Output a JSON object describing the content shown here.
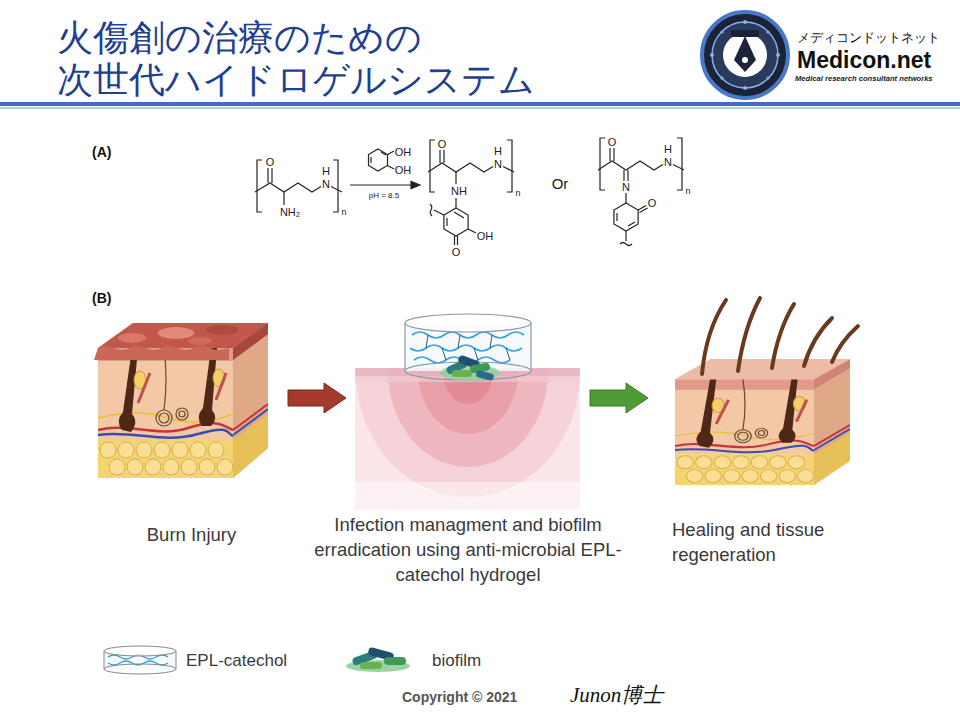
{
  "diagram": {
    "title": "火傷創の治療のための 次世代ハイドロゲルシステム",
    "nodes": [
      {
        "text": [
          "Burn Injury"
        ]
      },
      {
        "text": [
          "Infection managment and biofilm erradication using anti-microbial EPL-catechol hydrogel"
        ]
      },
      {
        "text": [
          "Healing and tissue regeneration"
        ]
      }
    ],
    "edges": [
      {
        "from": 0,
        "to": 1,
        "arrow": "to"
      },
      {
        "from": 1,
        "to": 2,
        "arrow": "to"
      }
    ],
    "labels": [
      "メディコンドットネット",
      "Medicon.net",
      "Medical research consultant networks",
      "(A)",
      "O",
      "H",
      "N",
      "n",
      "NH₂",
      "OH",
      "OH",
      "pH = 8.5",
      "O",
      "H",
      "N",
      "n",
      "NH",
      "O",
      "OH",
      "Or",
      "O",
      "H",
      "N",
      "n",
      "N",
      "O",
      "(B)",
      "Copyright © 2021",
      "Junon博士"
    ],
    "legend": [
      {
        "text": "EPL-catechol"
      },
      {
        "text": "biofilm"
      }
    ]
  }
}
